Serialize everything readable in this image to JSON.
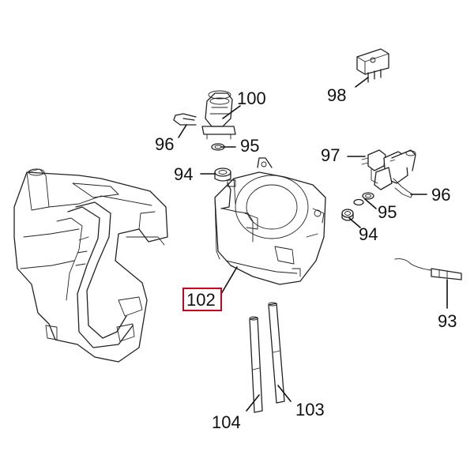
{
  "diagram": {
    "type": "exploded-parts-diagram",
    "highlight_color": "#d0021b",
    "highlighted_part": "102",
    "callouts": [
      {
        "id": "c100",
        "label": "100"
      },
      {
        "id": "c98",
        "label": "98"
      },
      {
        "id": "c96a",
        "label": "96"
      },
      {
        "id": "c95a",
        "label": "95"
      },
      {
        "id": "c94a",
        "label": "94"
      },
      {
        "id": "c97",
        "label": "97"
      },
      {
        "id": "c96b",
        "label": "96"
      },
      {
        "id": "c95b",
        "label": "95"
      },
      {
        "id": "c94b",
        "label": "94"
      },
      {
        "id": "c102",
        "label": "102"
      },
      {
        "id": "c93",
        "label": "93"
      },
      {
        "id": "c104",
        "label": "104"
      },
      {
        "id": "c103",
        "label": "103"
      }
    ]
  }
}
